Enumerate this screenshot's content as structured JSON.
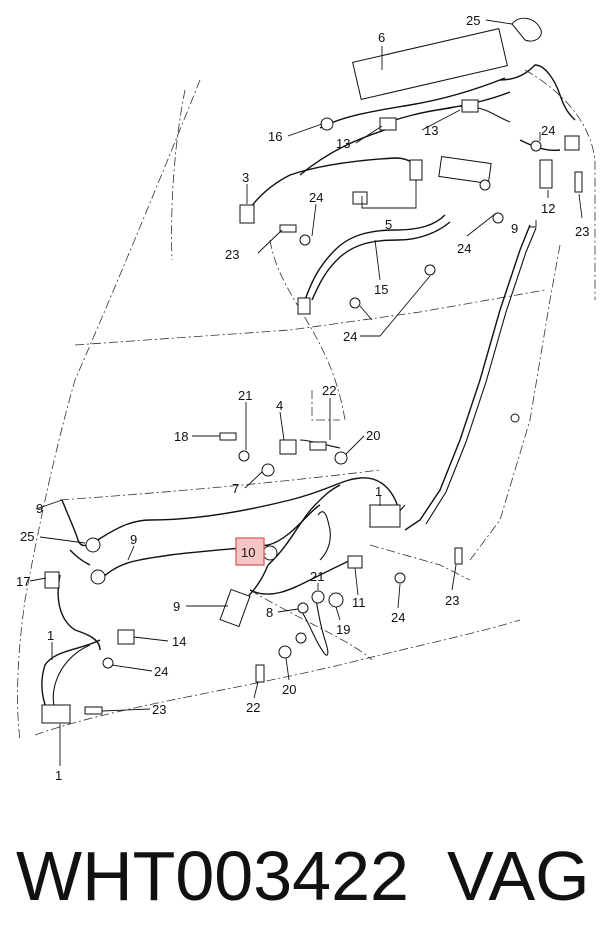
{
  "callouts": [
    {
      "id": "c25a",
      "text": "25"
    },
    {
      "id": "c6",
      "text": "6"
    },
    {
      "id": "c16",
      "text": "16"
    },
    {
      "id": "c13a",
      "text": "13"
    },
    {
      "id": "c13b",
      "text": "13"
    },
    {
      "id": "c24a",
      "text": "24"
    },
    {
      "id": "c3",
      "text": "3"
    },
    {
      "id": "c24b",
      "text": "24"
    },
    {
      "id": "c5",
      "text": "5"
    },
    {
      "id": "c12",
      "text": "12"
    },
    {
      "id": "c23a",
      "text": "23"
    },
    {
      "id": "c9a",
      "text": "9"
    },
    {
      "id": "c23b",
      "text": "23"
    },
    {
      "id": "c24c",
      "text": "24"
    },
    {
      "id": "c15",
      "text": "15"
    },
    {
      "id": "c24d",
      "text": "24"
    },
    {
      "id": "c21a",
      "text": "21"
    },
    {
      "id": "c22a",
      "text": "22"
    },
    {
      "id": "c4",
      "text": "4"
    },
    {
      "id": "c18",
      "text": "18"
    },
    {
      "id": "c20a",
      "text": "20"
    },
    {
      "id": "c7",
      "text": "7"
    },
    {
      "id": "c9b",
      "text": "9"
    },
    {
      "id": "c1a",
      "text": "1"
    },
    {
      "id": "c25b",
      "text": "25"
    },
    {
      "id": "c9c",
      "text": "9"
    },
    {
      "id": "c10",
      "text": "10"
    },
    {
      "id": "c17",
      "text": "17"
    },
    {
      "id": "c21b",
      "text": "21"
    },
    {
      "id": "c11",
      "text": "11"
    },
    {
      "id": "c24e",
      "text": "24"
    },
    {
      "id": "c23c",
      "text": "23"
    },
    {
      "id": "c9d",
      "text": "9"
    },
    {
      "id": "c8",
      "text": "8"
    },
    {
      "id": "c19",
      "text": "19"
    },
    {
      "id": "c1b",
      "text": "1"
    },
    {
      "id": "c14",
      "text": "14"
    },
    {
      "id": "c24f",
      "text": "24"
    },
    {
      "id": "c20b",
      "text": "20"
    },
    {
      "id": "c22b",
      "text": "22"
    },
    {
      "id": "c23d",
      "text": "23"
    },
    {
      "id": "c1c",
      "text": "1"
    }
  ],
  "highlighted_callout": "10",
  "part_number": "WHT003422",
  "brand": "VAG",
  "colors": {
    "highlight_fill": "#f6c6c6",
    "highlight_border": "#d9534f",
    "line": "#111111"
  }
}
